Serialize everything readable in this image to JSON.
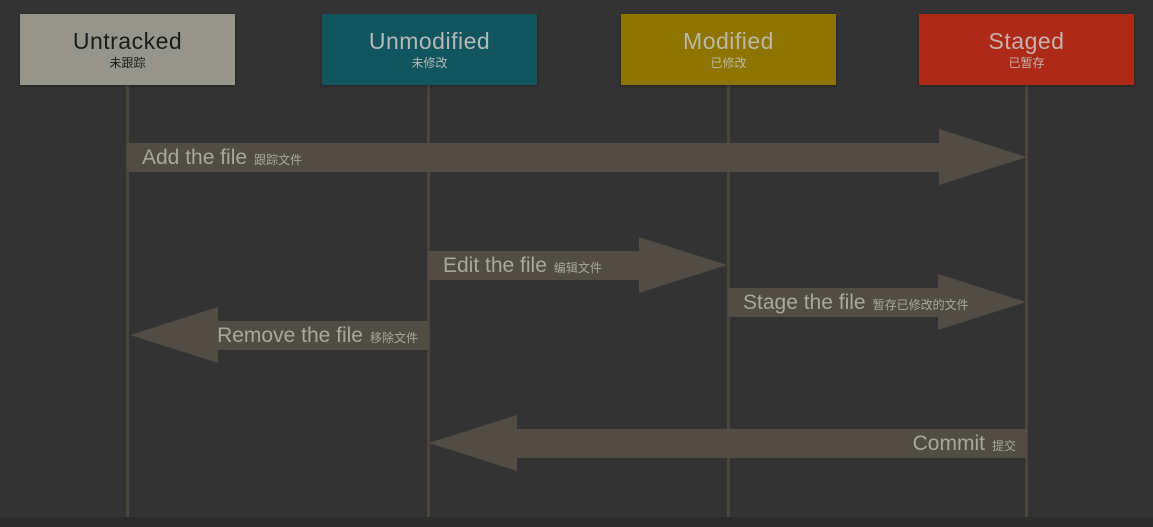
{
  "diagram": {
    "background": "#333333",
    "footer_color": "#2c2c2c",
    "arrow_color": "#524d44",
    "lifeline_color": "#49453d",
    "label_color": "#a9a69d"
  },
  "states": [
    {
      "label": "Untracked",
      "label_zh": "未跟踪",
      "color": "#95958c",
      "text_color": "#1c1c1a"
    },
    {
      "label": "Unmodified",
      "label_zh": "未修改",
      "color": "#11565f",
      "text_color": "#b4b8b6"
    },
    {
      "label": "Modified",
      "label_zh": "已修改",
      "color": "#8d7500",
      "text_color": "#bcb8a6"
    },
    {
      "label": "Staged",
      "label_zh": "已暂存",
      "color": "#ad2a18",
      "text_color": "#c6b2ac"
    }
  ],
  "transitions": [
    {
      "label": "Add the file",
      "label_zh": "跟踪文件",
      "from": "Untracked",
      "to": "Staged",
      "direction": "right"
    },
    {
      "label": "Edit the file",
      "label_zh": "编辑文件",
      "from": "Unmodified",
      "to": "Modified",
      "direction": "right"
    },
    {
      "label": "Stage the file",
      "label_zh": "暂存已修改的文件",
      "from": "Modified",
      "to": "Staged",
      "direction": "right"
    },
    {
      "label": "Remove the file",
      "label_zh": "移除文件",
      "from": "Unmodified",
      "to": "Untracked",
      "direction": "left"
    },
    {
      "label": "Commit",
      "label_zh": "提交",
      "from": "Staged",
      "to": "Unmodified",
      "direction": "left"
    }
  ]
}
